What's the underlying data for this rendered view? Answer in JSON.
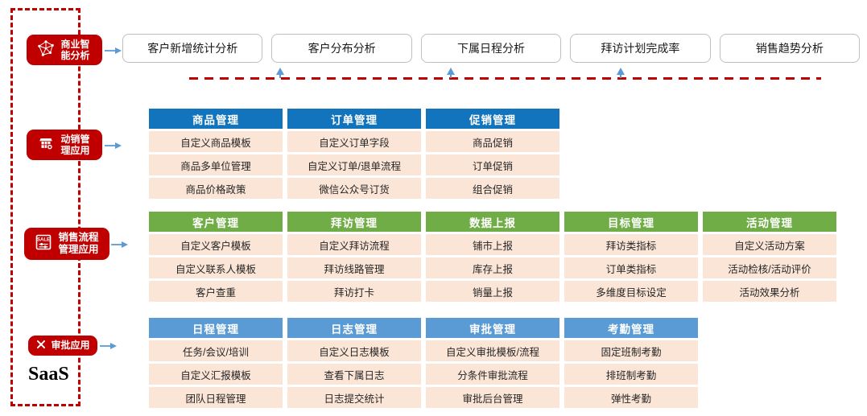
{
  "diagram": {
    "left_rail": {
      "badges": [
        {
          "label": "商业智能分析",
          "icon": "network-graph-icon"
        },
        {
          "label": "动销管理应用",
          "icon": "storefront-icon"
        },
        {
          "label": "销售流程管理应用",
          "icon": "sale-tag-icon"
        },
        {
          "label": "审批应用",
          "icon": "cross-tools-icon"
        }
      ],
      "saas_label": "SaaS"
    },
    "bi_row": {
      "items": [
        "客户新增统计分析",
        "客户分布分析",
        "下属日程分析",
        "拜访计划完成率",
        "销售趋势分析"
      ]
    },
    "sections": [
      {
        "name": "动销管理应用",
        "header_color": "#1274BC",
        "columns": [
          {
            "header": "商品管理",
            "rows": [
              "自定义商品模板",
              "商品多单位管理",
              "商品价格政策"
            ]
          },
          {
            "header": "订单管理",
            "rows": [
              "自定义订单字段",
              "自定义订单/退单流程",
              "微信公众号订货"
            ]
          },
          {
            "header": "促销管理",
            "rows": [
              "商品促销",
              "订单促销",
              "组合促销"
            ]
          }
        ]
      },
      {
        "name": "销售流程管理应用",
        "header_color": "#70AD47",
        "columns": [
          {
            "header": "客户管理",
            "rows": [
              "自定义客户模板",
              "自定义联系人模板",
              "客户查重"
            ]
          },
          {
            "header": "拜访管理",
            "rows": [
              "自定义拜访流程",
              "拜访线路管理",
              "拜访打卡"
            ]
          },
          {
            "header": "数据上报",
            "rows": [
              "铺市上报",
              "库存上报",
              "销量上报"
            ]
          },
          {
            "header": "目标管理",
            "rows": [
              "拜访类指标",
              "订单类指标",
              "多维度目标设定"
            ]
          },
          {
            "header": "活动管理",
            "rows": [
              "自定义活动方案",
              "活动检核/活动评价",
              "活动效果分析"
            ]
          }
        ]
      },
      {
        "name": "审批应用",
        "header_color": "#5B9BD5",
        "columns": [
          {
            "header": "日程管理",
            "rows": [
              "任务/会议/培训",
              "自定义汇报模板",
              "团队日程管理"
            ]
          },
          {
            "header": "日志管理",
            "rows": [
              "自定义日志模板",
              "查看下属日志",
              "日志提交统计"
            ]
          },
          {
            "header": "审批管理",
            "rows": [
              "自定义审批模板/流程",
              "分条件审批流程",
              "审批后台管理"
            ]
          },
          {
            "header": "考勤管理",
            "rows": [
              "固定班制考勤",
              "排班制考勤",
              "弹性考勤"
            ]
          }
        ]
      }
    ],
    "colors": {
      "accent_red": "#C00000",
      "deep_blue": "#1274BC",
      "green": "#70AD47",
      "light_blue": "#5B9BD5",
      "row_peach": "#FBE5D6",
      "arrow_blue": "#5B9BD5",
      "box_border": "#BFBFBF"
    }
  }
}
